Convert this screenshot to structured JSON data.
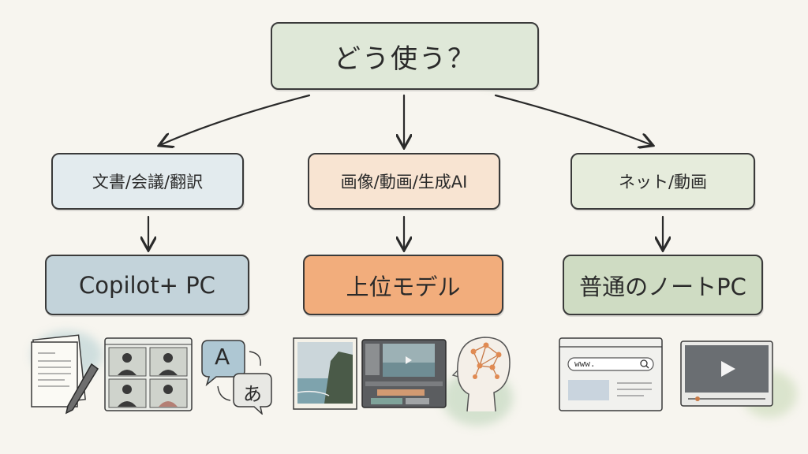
{
  "title": "どう使う？",
  "branches": [
    {
      "category": "文書/会議/翻訳",
      "result": "Copilot+ PC",
      "color": "#c3d3da"
    },
    {
      "category": "画像/動画/生成AI",
      "result": "上位モデル",
      "color": "#f2ad7c"
    },
    {
      "category": "ネット/動画",
      "result": "普通のノートPC",
      "color": "#cfdcc3"
    }
  ],
  "illustrations": {
    "translate_glyph_a": "A",
    "translate_glyph_b": "あ",
    "url_text": "www."
  },
  "icons": [
    "document-pen-icon",
    "video-meeting-icon",
    "translate-icon",
    "landscape-photo-icon",
    "video-editor-icon",
    "ai-head-icon",
    "browser-icon",
    "video-player-icon"
  ]
}
